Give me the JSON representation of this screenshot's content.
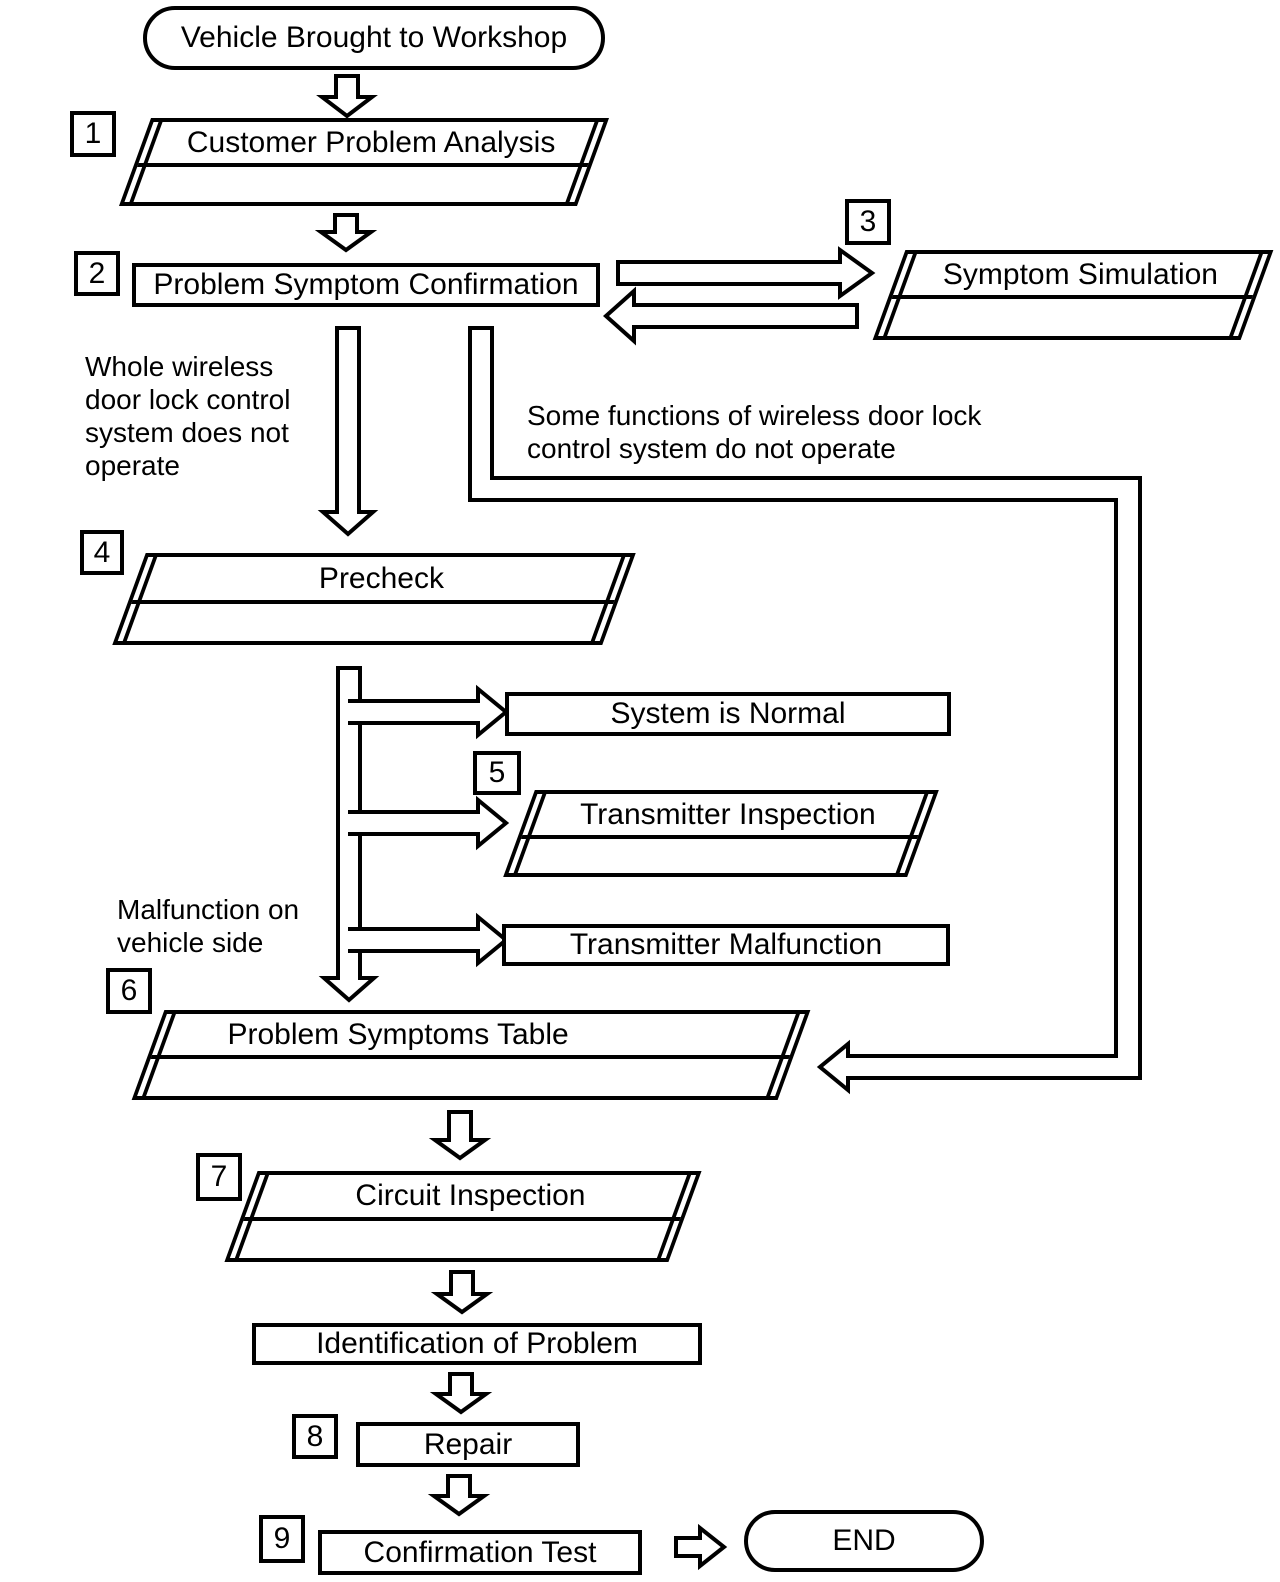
{
  "terminals": {
    "start": "Vehicle Brought to Workshop",
    "end": "END"
  },
  "steps": [
    {
      "num": "1",
      "label": "Customer Problem Analysis",
      "shape": "parallelogram"
    },
    {
      "num": "2",
      "label": "Problem Symptom Confirmation",
      "shape": "rect"
    },
    {
      "num": "3",
      "label": "Symptom Simulation",
      "shape": "parallelogram"
    },
    {
      "num": "4",
      "label": "Precheck",
      "shape": "parallelogram"
    },
    {
      "num": "5",
      "label": "Transmitter Inspection",
      "shape": "parallelogram"
    },
    {
      "num": "6",
      "label": "Problem Symptoms Table",
      "shape": "parallelogram"
    },
    {
      "num": "7",
      "label": "Circuit Inspection",
      "shape": "parallelogram"
    },
    {
      "num": "8",
      "label": "Repair",
      "shape": "rect"
    },
    {
      "num": "9",
      "label": "Confirmation Test",
      "shape": "rect"
    }
  ],
  "outcomes": {
    "system_normal": "System is Normal",
    "transmitter_malfunction": "Transmitter Malfunction",
    "identification_of_problem": "Identification of Problem"
  },
  "annotations": {
    "whole_system": "Whole wireless\ndoor lock control\nsystem does not\noperate",
    "some_functions": "Some functions of wireless door lock\ncontrol system do not operate",
    "malfunction_vehicle": "Malfunction on\nvehicle side"
  },
  "colors": {
    "ink": "#000000",
    "paper": "#ffffff"
  }
}
